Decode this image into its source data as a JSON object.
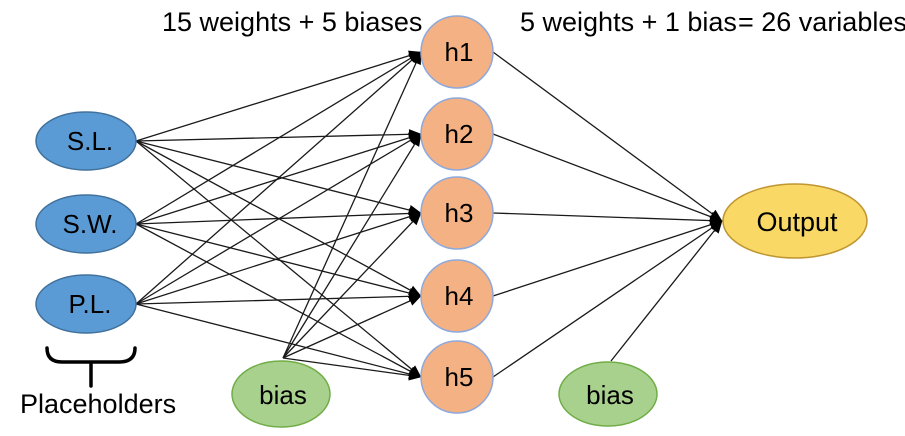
{
  "diagram": {
    "annotations": {
      "hidden_layer_params": "15 weights + 5 biases",
      "output_layer_params": "5 weights + 1 bias",
      "total_variables": "= 26 variables",
      "placeholders_label": "Placeholders"
    },
    "nodes": {
      "inputs": [
        {
          "label": "S.L."
        },
        {
          "label": "S.W."
        },
        {
          "label": "P.L."
        }
      ],
      "hidden": [
        {
          "label": "h1"
        },
        {
          "label": "h2"
        },
        {
          "label": "h3"
        },
        {
          "label": "h4"
        },
        {
          "label": "h5"
        }
      ],
      "output": {
        "label": "Output"
      },
      "biases": [
        {
          "label": "bias"
        },
        {
          "label": "bias"
        }
      ]
    }
  },
  "colors": {
    "input_fill": "#5B9BD5",
    "input_stroke": "#41719C",
    "hidden_fill": "#F4B183",
    "hidden_stroke": "#8EA9DB",
    "bias_fill": "#A9D18E",
    "bias_stroke": "#70AD47",
    "output_fill": "#F9D865",
    "output_stroke": "#BF9632",
    "edge": "#1a1a1a",
    "text": "#000000"
  }
}
